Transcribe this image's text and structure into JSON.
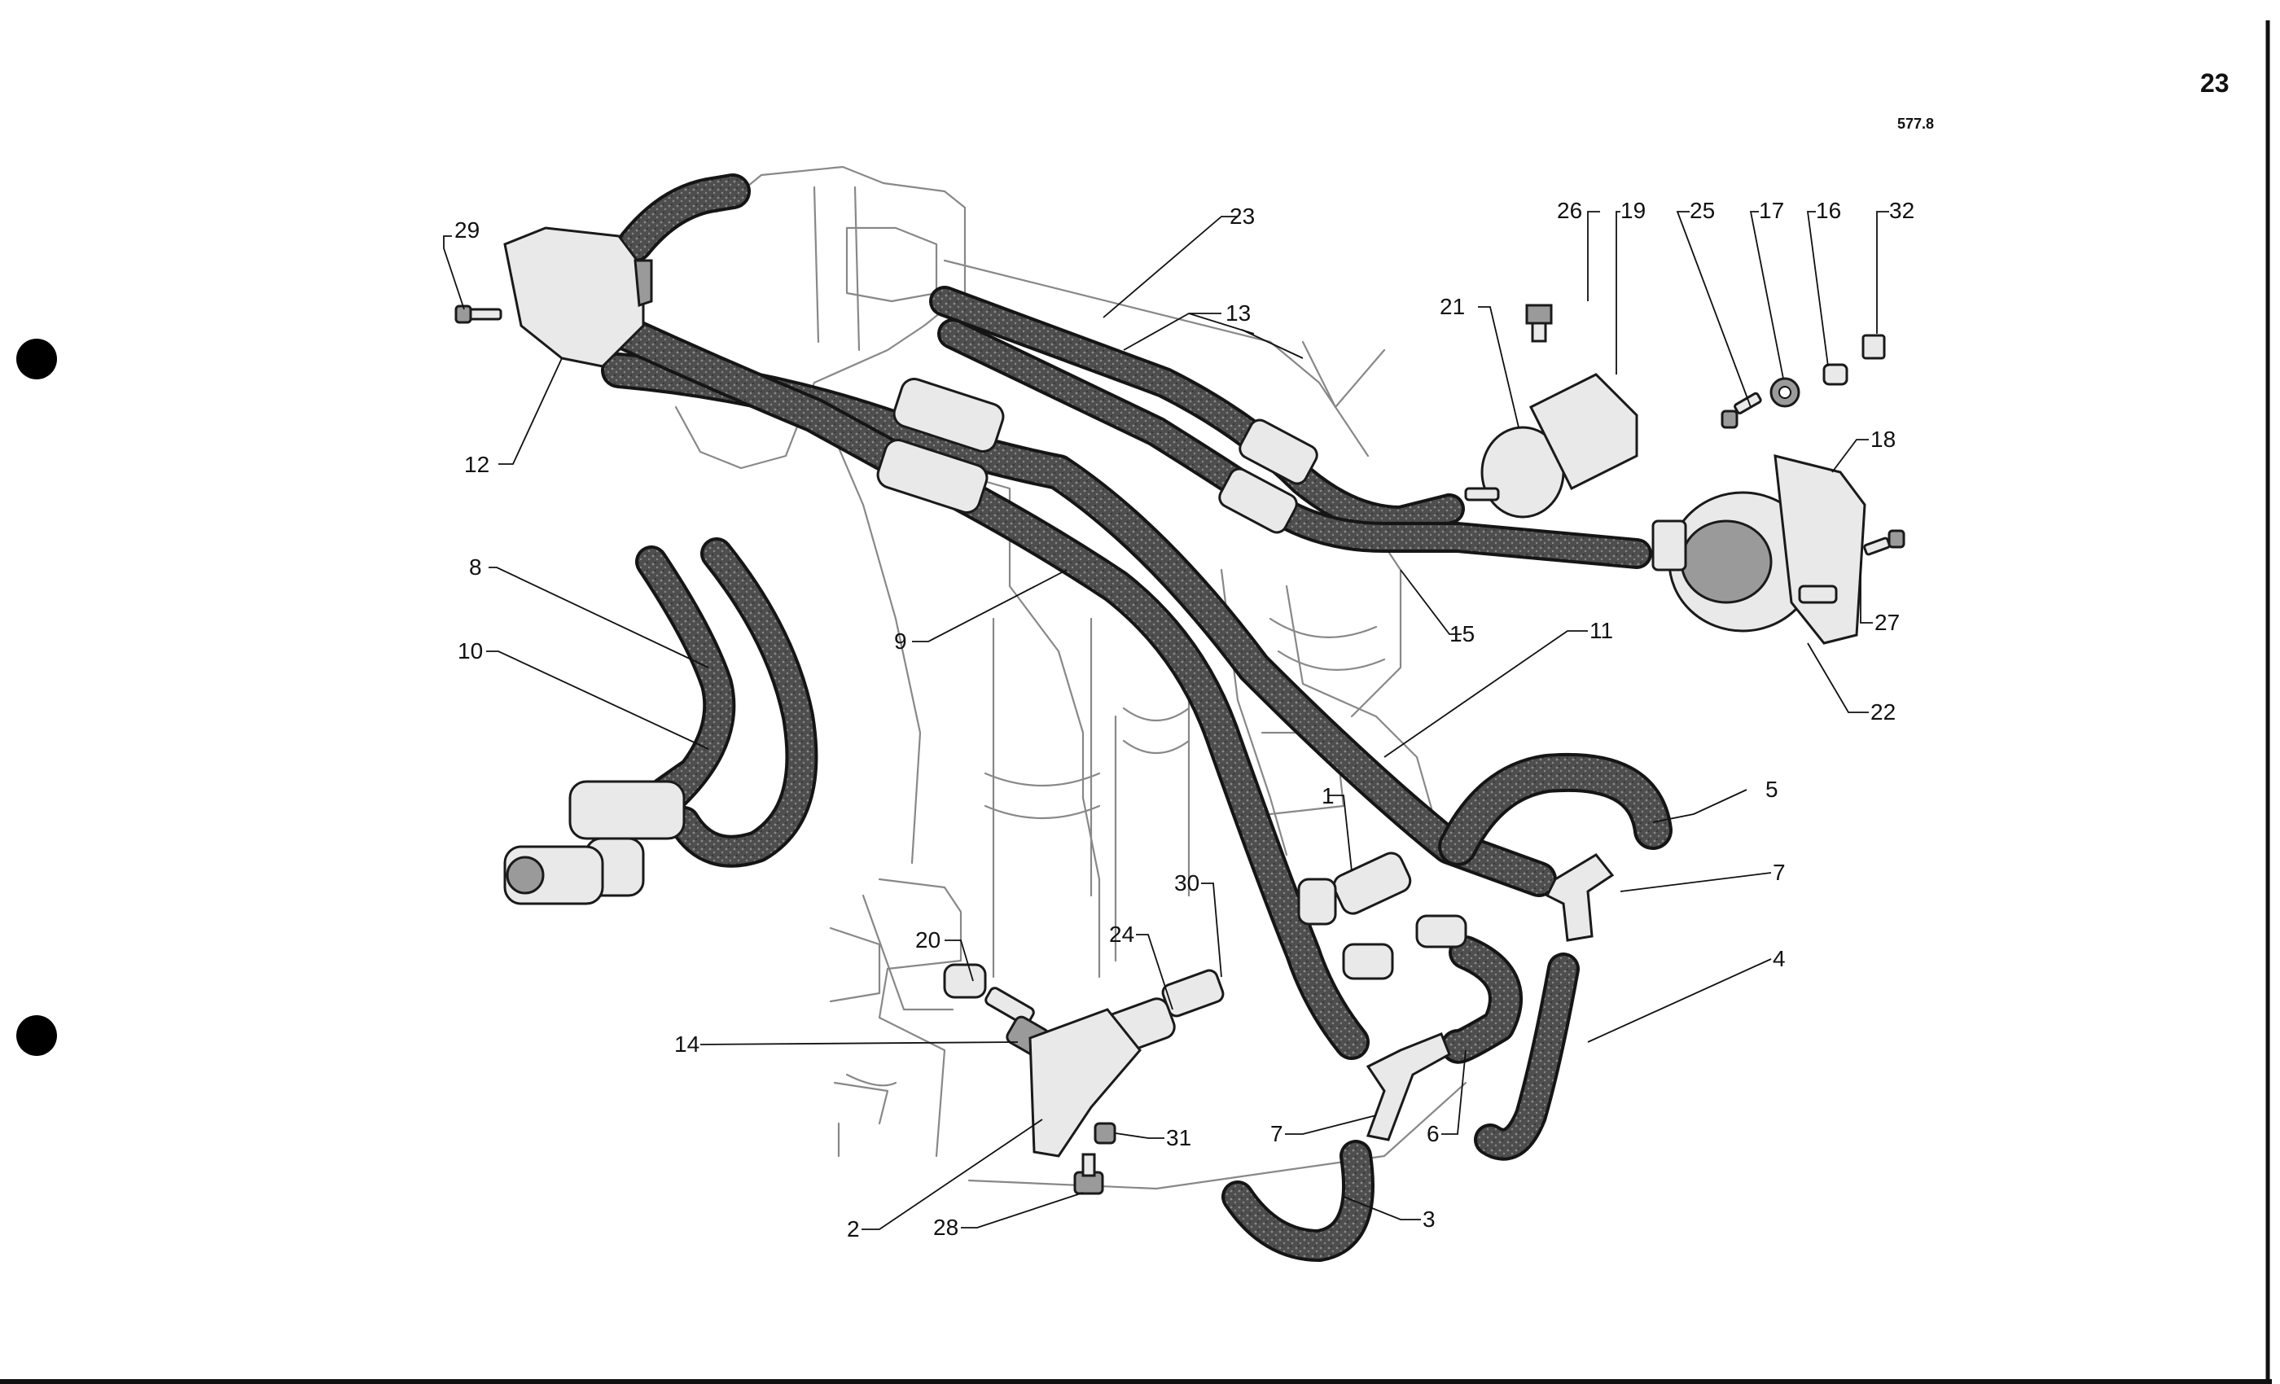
{
  "page": {
    "number": "23",
    "code": "577.8"
  },
  "colors": {
    "hose_edge": "#151515",
    "hose_fill": "#5a5a5a",
    "engine_line": "#888888",
    "border": "#111111"
  },
  "labels": {
    "l1": "1",
    "l2": "2",
    "l3": "3",
    "l4": "4",
    "l5": "5",
    "l6": "6",
    "l7a": "7",
    "l7b": "7",
    "l8": "8",
    "l9": "9",
    "l10": "10",
    "l11": "11",
    "l12": "12",
    "l13": "13",
    "l14": "14",
    "l15": "15",
    "l16": "16",
    "l17": "17",
    "l18": "18",
    "l19": "19",
    "l20": "20",
    "l21": "21",
    "l22": "22",
    "l23": "23",
    "l24": "24",
    "l25": "25",
    "l26": "26",
    "l27": "27",
    "l28": "28",
    "l29": "29",
    "l30": "30",
    "l31": "31",
    "l32": "32"
  }
}
